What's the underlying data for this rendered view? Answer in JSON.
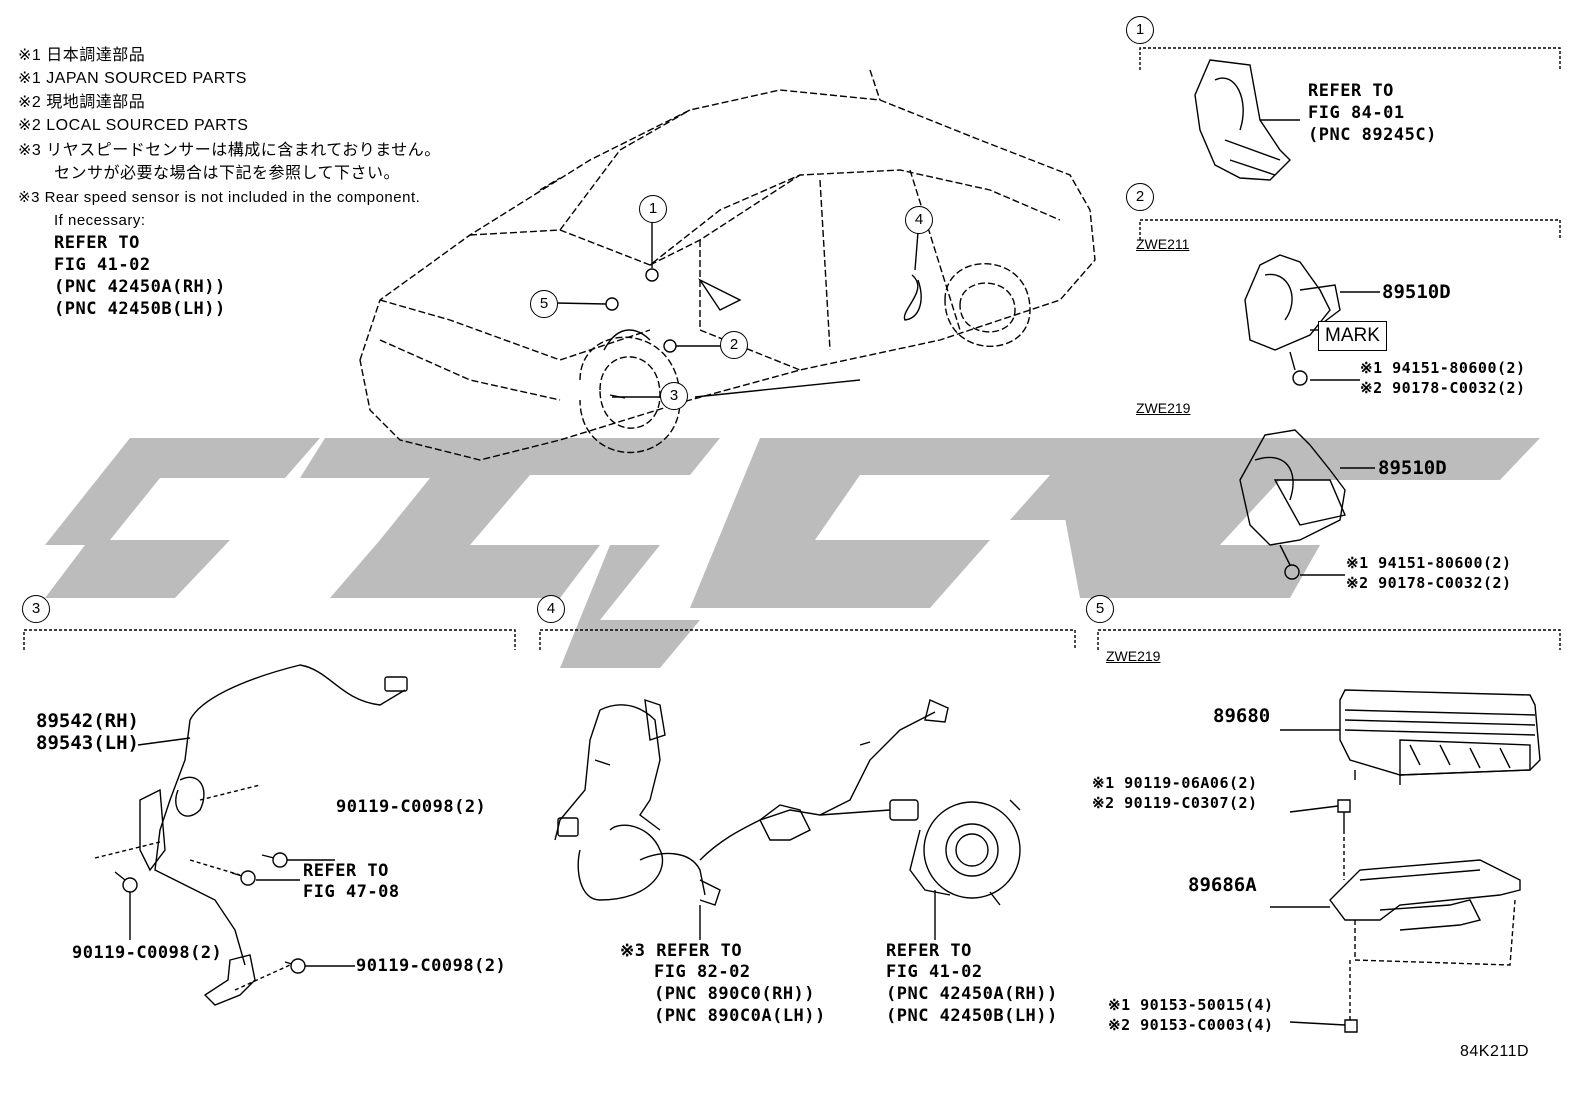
{
  "notes": {
    "n1_jp": "※1 日本調達部品",
    "n1_en": "※1 JAPAN SOURCED PARTS",
    "n2_jp": "※2 現地調達部品",
    "n2_en": "※2 LOCAL SOURCED PARTS",
    "n3_jp_1": "※3 リヤスピードセンサーは構成に含まれておりません。",
    "n3_jp_2": "センサが必要な場合は下記を参照して下さい。",
    "n3_en": "※3 Rear speed sensor is not included in the component.",
    "n3_if": "If necessary:",
    "n3_ref_1": "REFER TO",
    "n3_ref_2": "FIG 41-02",
    "n3_ref_3": "(PNC 42450A(RH))",
    "n3_ref_4": "(PNC 42450B(LH))"
  },
  "watermark": {
    "text": "ЅЭЭС",
    "color": "#b9b9b9"
  },
  "car_callouts": [
    "1",
    "2",
    "3",
    "4",
    "5"
  ],
  "section1": {
    "num": "1",
    "ref_1": "REFER TO",
    "ref_2": "FIG 84-01",
    "ref_3": "(PNC 89245C)"
  },
  "section2": {
    "num": "2",
    "model_a": "ZWE211",
    "part_a": "89510D",
    "mark": "MARK",
    "bolt_a_1": "※1 94151-80600(2)",
    "bolt_a_2": "※2 90178-C0032(2)",
    "model_b": "ZWE219",
    "part_b": "89510D",
    "bolt_b_1": "※1 94151-80600(2)",
    "bolt_b_2": "※2 90178-C0032(2)"
  },
  "section3": {
    "num": "3",
    "part_rh": "89542(RH)",
    "part_lh": "89543(LH)",
    "bolt_1": "90119-C0098(2)",
    "ref_1": "REFER TO",
    "ref_2": "FIG 47-08",
    "bolt_2": "90119-C0098(2)",
    "bolt_3": "90119-C0098(2)"
  },
  "section4": {
    "num": "4",
    "ref_a_1": "※3 REFER TO",
    "ref_a_2": "FIG 82-02",
    "ref_a_3": "(PNC 890C0(RH))",
    "ref_a_4": "(PNC 890C0A(LH))",
    "ref_b_1": "REFER TO",
    "ref_b_2": "FIG 41-02",
    "ref_b_3": "(PNC 42450A(RH))",
    "ref_b_4": "(PNC 42450B(LH))"
  },
  "section5": {
    "num": "5",
    "model": "ZWE219",
    "part_ecu": "89680",
    "bolt_1a": "※1 90119-06A06(2)",
    "bolt_1b": "※2 90119-C0307(2)",
    "part_bracket": "89686A",
    "bolt_2a": "※1 90153-50015(4)",
    "bolt_2b": "※2 90153-C0003(4)"
  },
  "figure_id": "84K211D"
}
